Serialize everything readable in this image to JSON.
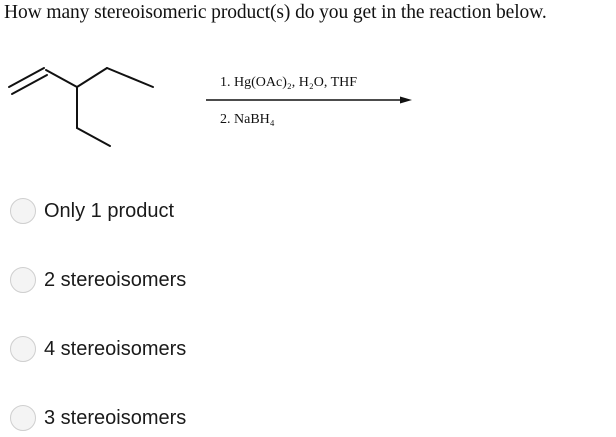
{
  "question": "How many stereoisomeric product(s) do you get in the reaction below.",
  "reaction": {
    "step1_num": "1.",
    "step1_reagent": "Hg(OAc)₂, H₂O, THF",
    "step2_num": "2.",
    "step2_reagent": "NaBH₄"
  },
  "options": [
    {
      "label": "Only 1 product"
    },
    {
      "label": "2 stereoisomers"
    },
    {
      "label": "4 stereoisomers"
    },
    {
      "label": "3 stereoisomers"
    }
  ]
}
